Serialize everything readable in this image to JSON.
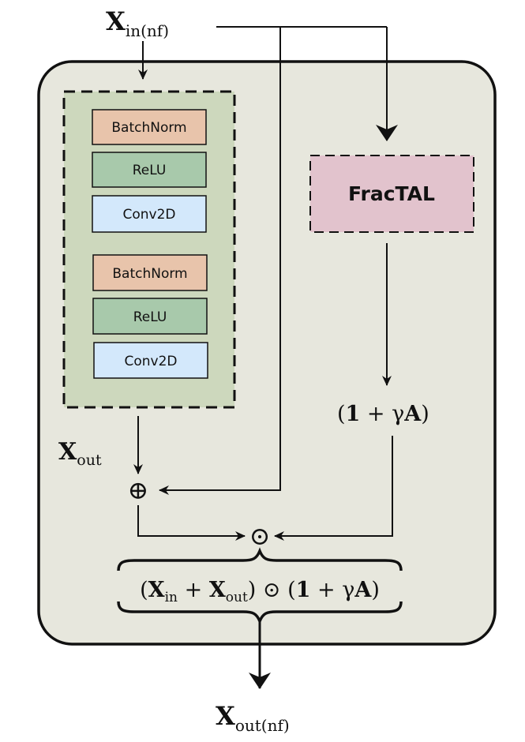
{
  "input": {
    "symbol": "X",
    "subscript": "in(nf)"
  },
  "output": {
    "symbol": "X",
    "subscript": "out(nf)"
  },
  "conv_block": {
    "layers": [
      {
        "label": "BatchNorm",
        "color": "#e8c4ab"
      },
      {
        "label": "ReLU",
        "color": "#a8c9ab"
      },
      {
        "label": "Conv2D",
        "color": "#d3e8fb"
      },
      {
        "label": "BatchNorm",
        "color": "#e8c4ab"
      },
      {
        "label": "ReLU",
        "color": "#a8c9ab"
      },
      {
        "label": "Conv2D",
        "color": "#d3e8fb"
      }
    ],
    "color": "#cdd8bd"
  },
  "fractal": {
    "label": "FracTAL",
    "color": "#e2c3cd"
  },
  "x_out_label": {
    "symbol": "X",
    "subscript": "out"
  },
  "gate_label": {
    "prefix": "(",
    "one": "1",
    "plus": " + γ",
    "a": "A",
    "suffix": ")"
  },
  "ops": {
    "add": "⊕",
    "mul": "⊙"
  },
  "brace_expr": {
    "open": "(",
    "x1": "X",
    "sub1": "in",
    "plus": " + ",
    "x2": "X",
    "sub2": "out",
    "close": ") ⊙ (",
    "one": "1",
    "plus2": " + γ",
    "a": "A",
    "end": ")"
  },
  "colors": {
    "background_panel": "#e7e7dd",
    "stroke": "#111111"
  }
}
